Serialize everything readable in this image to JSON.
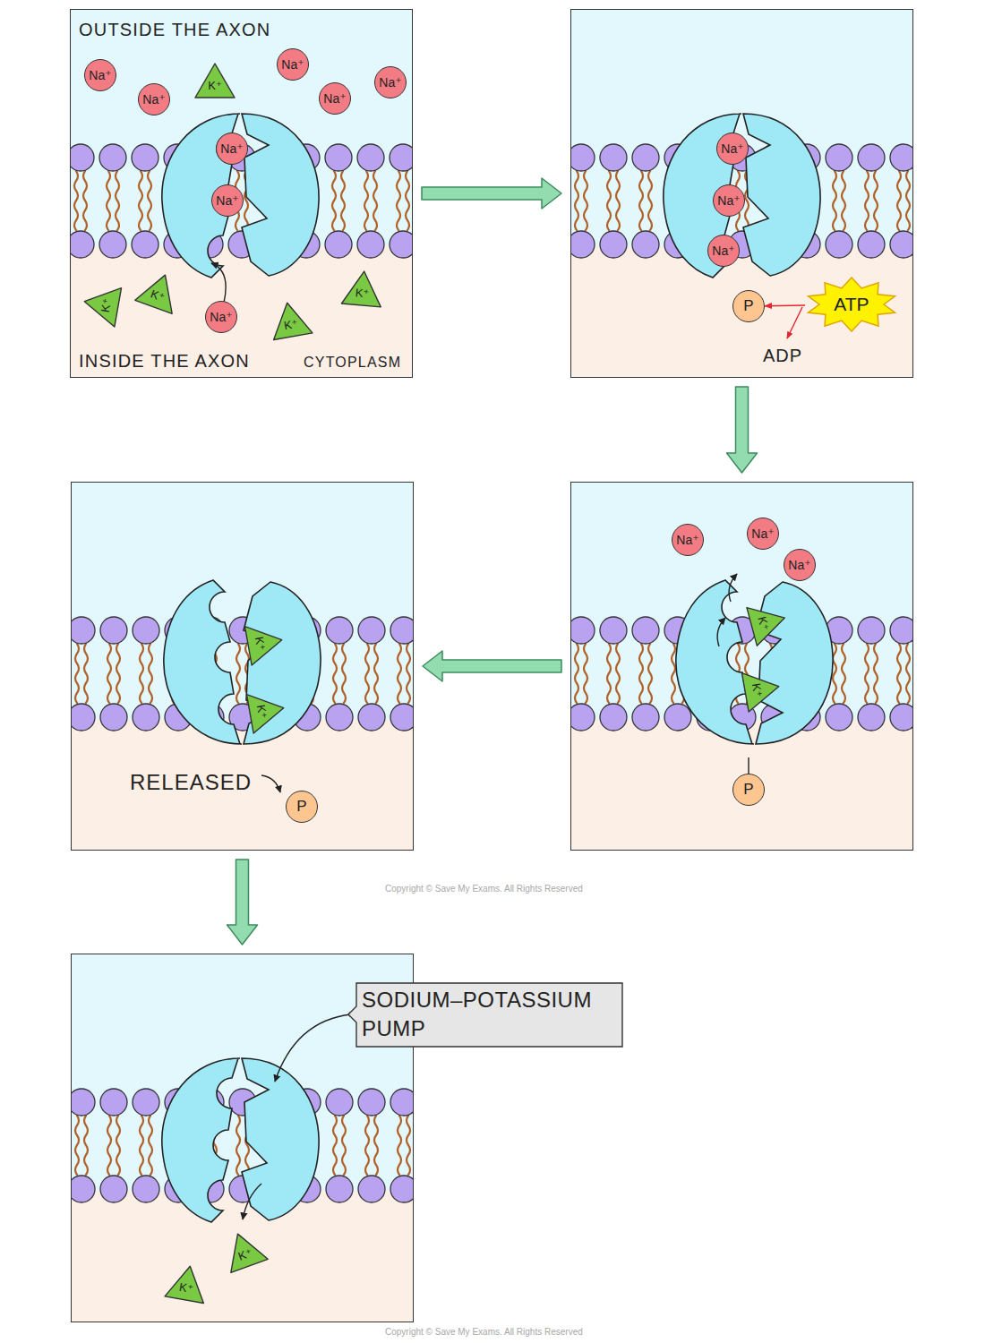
{
  "diagram": {
    "nodes": [
      {
        "text": [
          "OUTSIDE THE AXON",
          "INSIDE THE AXON",
          "CYTOPLASM"
        ]
      },
      {
        "text": [
          "Na⁺"
        ],
        "in": 0
      },
      {
        "text": [
          "Na⁺"
        ],
        "in": 0
      },
      {
        "text": [
          "Na⁺"
        ],
        "in": 0
      },
      {
        "text": [
          "Na⁺"
        ],
        "in": 0
      },
      {
        "text": [
          "Na⁺"
        ],
        "in": 0
      },
      {
        "text": [
          "K⁺"
        ],
        "in": 0
      },
      {
        "text": [
          "Na⁺"
        ],
        "in": 0
      },
      {
        "text": [
          "Na⁺"
        ],
        "in": 0
      },
      {
        "text": [
          "Na⁺"
        ],
        "in": 0
      },
      {
        "text": [
          "K⁺"
        ],
        "in": 0
      },
      {
        "text": [
          "K⁺"
        ],
        "in": 0
      },
      {
        "text": [
          "K⁺"
        ],
        "in": 0
      },
      {
        "text": [
          "K⁺"
        ],
        "in": 0
      },
      {
        "text": []
      },
      {
        "text": [
          "Na⁺"
        ],
        "in": 14
      },
      {
        "text": [
          "Na⁺"
        ],
        "in": 14
      },
      {
        "text": [
          "Na⁺"
        ],
        "in": 14
      },
      {
        "text": [
          "P"
        ],
        "in": 14
      },
      {
        "text": [
          "ATP"
        ],
        "in": 14
      },
      {
        "text": []
      },
      {
        "text": [
          "Na⁺"
        ],
        "in": 20
      },
      {
        "text": [
          "Na⁺"
        ],
        "in": 20
      },
      {
        "text": [
          "Na⁺"
        ],
        "in": 20
      },
      {
        "text": [
          "K⁺"
        ],
        "in": 20
      },
      {
        "text": [
          "K⁺"
        ],
        "in": 20
      },
      {
        "text": [
          "P"
        ],
        "in": 20
      },
      {
        "text": []
      },
      {
        "text": [
          "K⁺"
        ],
        "in": 27
      },
      {
        "text": [
          "K⁺"
        ],
        "in": 27
      },
      {
        "text": [
          "P"
        ],
        "in": 27
      },
      {
        "text": []
      },
      {
        "text": [
          "K⁺"
        ],
        "in": 31
      },
      {
        "text": [
          "K⁺"
        ],
        "in": 31
      },
      {
        "text": [
          "SODIUM–POTASSIUM PUMP"
        ]
      }
    ],
    "edges": [
      {
        "from": 0,
        "to": 14,
        "arrow": "to"
      },
      {
        "from": 14,
        "to": 20,
        "arrow": "to"
      },
      {
        "from": 20,
        "to": 27,
        "arrow": "to"
      },
      {
        "from": 27,
        "to": 31,
        "arrow": "to"
      },
      {
        "from": 19,
        "to": 18,
        "arrow": "to"
      }
    ],
    "labels": [
      "ADP",
      "RELEASED",
      "Copyright © Save My Exams. All Rights Reserved",
      "Copyright © Save My Exams. All Rights Reserved"
    ]
  }
}
